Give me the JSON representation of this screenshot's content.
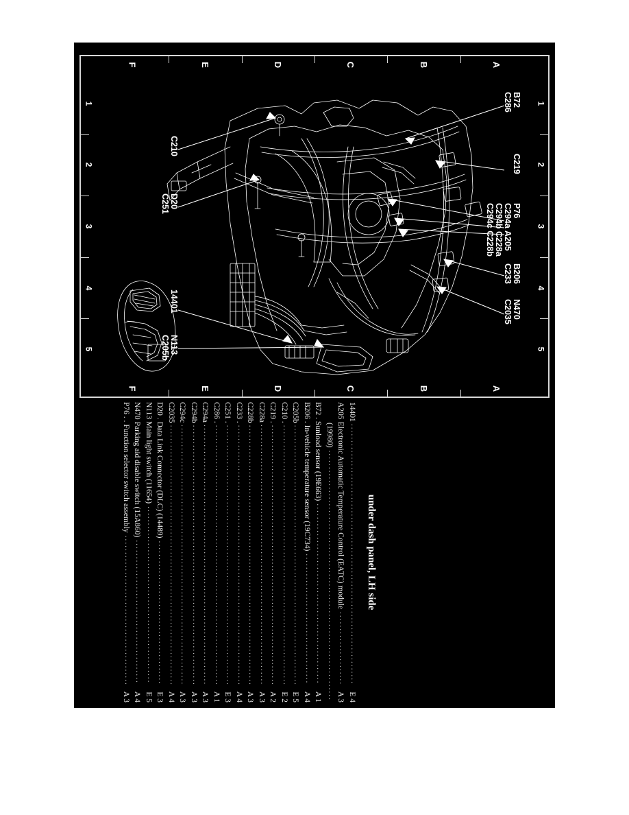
{
  "page": {
    "background": "#ffffff",
    "sheet_color": "#000000",
    "line_color": "#ffffff",
    "border_color": "#d8d8d8"
  },
  "diagram": {
    "grid_letters_top": [
      "F",
      "E",
      "D",
      "C",
      "B",
      "A"
    ],
    "grid_letters_bottom": [
      "F",
      "E",
      "D",
      "C",
      "B",
      "A"
    ],
    "grid_numbers_left": [
      "1",
      "2",
      "3",
      "4",
      "5"
    ],
    "grid_numbers_right": [
      "1",
      "2",
      "3",
      "4",
      "5"
    ],
    "callouts": [
      {
        "name": "callout-b72-c286",
        "lines": [
          "B72",
          "C286"
        ]
      },
      {
        "name": "callout-c219",
        "lines": [
          "C219"
        ]
      },
      {
        "name": "callout-p76-group",
        "lines": [
          "P76",
          "C294a  A205"
        ]
      },
      {
        "name": "callout-c294b-group",
        "lines": [
          "C294b  C228a"
        ]
      },
      {
        "name": "callout-c294c-group",
        "lines": [
          "C294c  C228b"
        ]
      },
      {
        "name": "callout-b206-c233",
        "lines": [
          "B206",
          "C233"
        ]
      },
      {
        "name": "callout-n470-c2035",
        "lines": [
          "N470",
          "C2035"
        ]
      },
      {
        "name": "callout-c210",
        "lines": [
          "C210"
        ]
      },
      {
        "name": "callout-d20-c251",
        "lines": [
          "D20",
          "C251"
        ]
      },
      {
        "name": "callout-14401",
        "lines": [
          "14401"
        ]
      },
      {
        "name": "callout-n113-c205b",
        "lines": [
          "N113",
          "C205b"
        ]
      }
    ]
  },
  "legend": {
    "title": "under dash panel, LH side",
    "entries": [
      {
        "code": "14401",
        "desc": "",
        "cont": "",
        "ref": "E 4"
      },
      {
        "code": "A205",
        "desc": "Electronic Automatic Temperature Control (EATC) module",
        "cont": "(19980)",
        "ref": "A 3"
      },
      {
        "code": "B72 .",
        "desc": "Sunload sensor (19E663)",
        "cont": "",
        "ref": "A 1"
      },
      {
        "code": "B206 .",
        "desc": "In-vehicle temperature sensor (19C734)",
        "cont": "",
        "ref": "A 4"
      },
      {
        "code": "C205b",
        "desc": "",
        "cont": "",
        "ref": "E 5"
      },
      {
        "code": "C210 .",
        "desc": "",
        "cont": "",
        "ref": "E 2"
      },
      {
        "code": "C219 .",
        "desc": "",
        "cont": "",
        "ref": "A 2"
      },
      {
        "code": "C228a",
        "desc": "",
        "cont": "",
        "ref": "A 3"
      },
      {
        "code": "C228b",
        "desc": "",
        "cont": "",
        "ref": "A 3"
      },
      {
        "code": "C233 .",
        "desc": "",
        "cont": "",
        "ref": "A 4"
      },
      {
        "code": "C251 .",
        "desc": "",
        "cont": "",
        "ref": "E 3"
      },
      {
        "code": "C286 .",
        "desc": "",
        "cont": "",
        "ref": "A 1"
      },
      {
        "code": "C294a",
        "desc": "",
        "cont": "",
        "ref": "A 3"
      },
      {
        "code": "C294b",
        "desc": "",
        "cont": "",
        "ref": "A 3"
      },
      {
        "code": "C294c",
        "desc": "",
        "cont": "",
        "ref": "A 3"
      },
      {
        "code": "C2035",
        "desc": "",
        "cont": "",
        "ref": "A 4"
      },
      {
        "code": "D20 .",
        "desc": "Data Link Connector (DLC) (14489)",
        "cont": "",
        "ref": "E 3"
      },
      {
        "code": "N113",
        "desc": "Main light switch (11654)",
        "cont": "",
        "ref": "E 5"
      },
      {
        "code": "N470",
        "desc": "Parking aid disable switch (15A860)",
        "cont": "",
        "ref": "A 4"
      },
      {
        "code": "P76 . .",
        "desc": "Function selector switch assembly",
        "cont": "",
        "ref": "A 3"
      }
    ]
  }
}
